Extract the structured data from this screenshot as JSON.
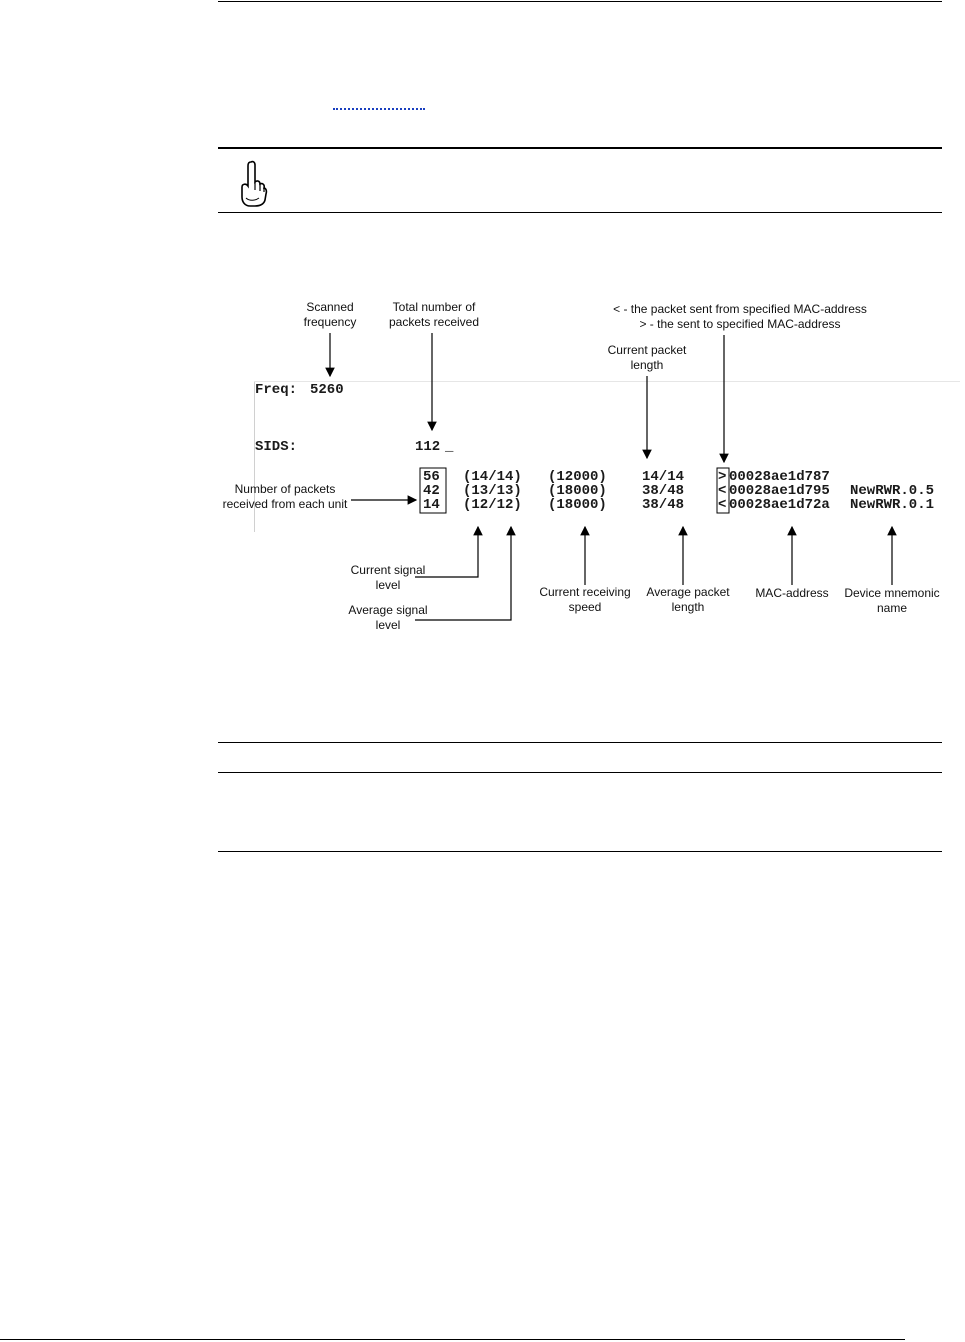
{
  "figure": {
    "screen": {
      "freq_label": "Freq:",
      "freq_value": "5260",
      "sids_label": "SIDS:",
      "sids_value": "112",
      "rows": [
        {
          "count": "56",
          "signal": "(14/14)",
          "speed": "(12000)",
          "length": "14/14",
          "dir": ">",
          "mac": "00028ae1d787",
          "name": ""
        },
        {
          "count": "42",
          "signal": "(13/13)",
          "speed": "(18000)",
          "length": "38/48",
          "dir": "<",
          "mac": "00028ae1d795",
          "name": "NewRWR.0.5"
        },
        {
          "count": "14",
          "signal": "(12/12)",
          "speed": "(18000)",
          "length": "38/48",
          "dir": "<",
          "mac": "00028ae1d72a",
          "name": "NewRWR.0.1"
        }
      ]
    },
    "labels": {
      "scanned_frequency": [
        "Scanned",
        "frequency"
      ],
      "total_packets": [
        "Total number of",
        "packets received"
      ],
      "direction_legend": [
        "< - the packet sent from specified MAC-address",
        "> - the sent to specified MAC-address"
      ],
      "current_packet_length": [
        "Current packet",
        "length"
      ],
      "packets_per_unit": [
        "Number of packets",
        "received from each unit"
      ],
      "current_signal": [
        "Current signal",
        "level"
      ],
      "average_signal": [
        "Average signal",
        "level"
      ],
      "current_speed": [
        "Current receiving",
        "speed"
      ],
      "average_packet_length": [
        "Average packet",
        "length"
      ],
      "mac_address": [
        "MAC-address"
      ],
      "device_name": [
        "Device mnemonic",
        "name"
      ]
    }
  }
}
